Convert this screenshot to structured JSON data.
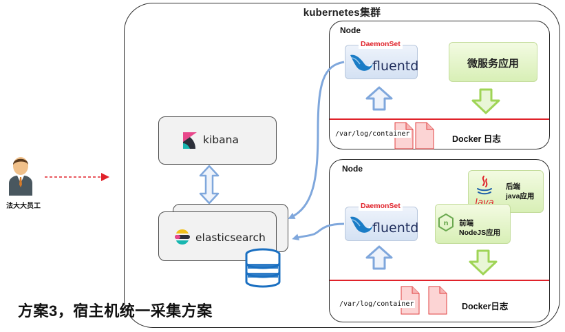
{
  "cluster": {
    "title": "kubernetes集群"
  },
  "node1": {
    "label": "Node",
    "fluentd": {
      "tag": "DaemonSet",
      "text": "fluentd"
    },
    "app": {
      "label": "微服务应用"
    },
    "log_path": "/var/log/container",
    "docker_log": "Docker 日志"
  },
  "node2": {
    "label": "Node",
    "fluentd": {
      "tag": "DaemonSet",
      "text": "fluentd"
    },
    "java_app": {
      "title": "后端",
      "subtitle": "java应用",
      "logo_text": "Java"
    },
    "node_app": {
      "title": "前端",
      "subtitle": "NodeJS应用"
    },
    "log_path": "/var/log/container",
    "docker_log": "Docker日志"
  },
  "kibana": {
    "label": "kibana"
  },
  "elasticsearch": {
    "label": "elasticsearch"
  },
  "person": {
    "label": "法大大员工"
  },
  "footer": {
    "title": "方案3，宿主机统一采集方案"
  },
  "colors": {
    "accent_red": "#e0222a",
    "arrow_blue": "#7fa7dc",
    "arrow_green": "#9fd456",
    "flow_blue": "#7fa7dc"
  }
}
